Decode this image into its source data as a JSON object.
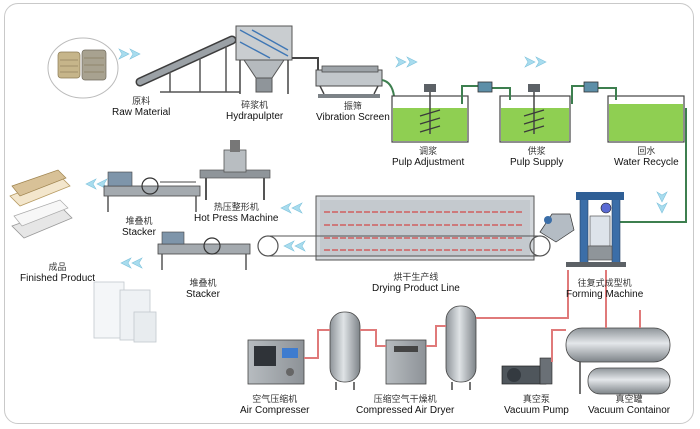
{
  "colors": {
    "arrow": "#a8dcee",
    "water": "#8fcf52",
    "machine": "#9aa1a6",
    "machine_dark": "#5c6166",
    "pipe_red": "#e07a7a",
    "pipe_green": "#3d7f4f",
    "forming_blue": "#3b6ea8",
    "pulper_blue": "#3f77b5"
  },
  "labels": {
    "raw_material": {
      "zh": "原料",
      "en": "Raw Material"
    },
    "hydrapulpter": {
      "zh": "碎浆机",
      "en": "Hydrapulpter"
    },
    "vibration_screen": {
      "zh": "振筛",
      "en": "Vibration Screen"
    },
    "pulp_adjustment": {
      "zh": "调浆",
      "en": "Pulp Adjustment"
    },
    "pulp_supply": {
      "zh": "供浆",
      "en": "Pulp Supply"
    },
    "water_recycle": {
      "zh": "回水",
      "en": "Water Recycle"
    },
    "stacker_top": {
      "zh": "堆叠机",
      "en": "Stacker"
    },
    "hot_press": {
      "zh": "热压整形机",
      "en": "Hot Press Machine"
    },
    "finished_product": {
      "zh": "成品",
      "en": "Finished Product"
    },
    "stacker_bottom": {
      "zh": "堆叠机",
      "en": "Stacker"
    },
    "drying_line": {
      "zh": "烘干生产线",
      "en": "Drying Product Line"
    },
    "forming_machine": {
      "zh": "往复式成型机",
      "en": "Forming Machine"
    },
    "air_compressor": {
      "zh": "空气压缩机",
      "en": "Air Compresser"
    },
    "air_dryer": {
      "zh": "压缩空气干燥机",
      "en": "Compressed Air Dryer"
    },
    "vacuum_pump": {
      "zh": "真空泵",
      "en": "Vacuum Pump"
    },
    "vacuum_container": {
      "zh": "真空罐",
      "en": "Vacuum Containor"
    }
  }
}
